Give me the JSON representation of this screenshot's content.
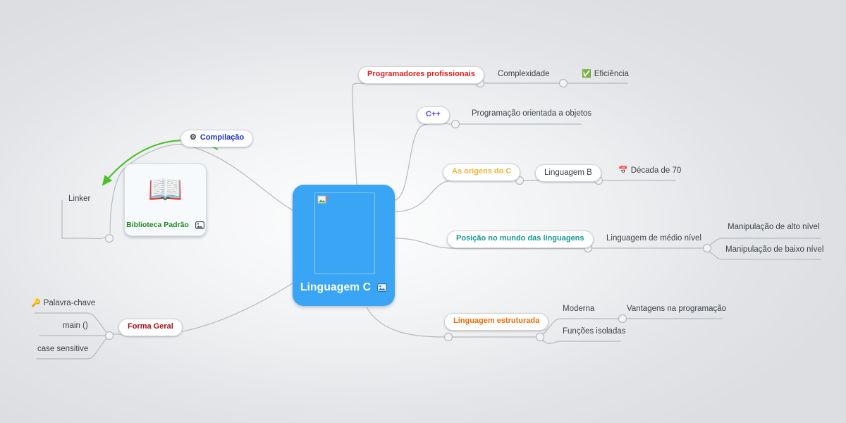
{
  "canvas": {
    "background_edge": "#dee0e4",
    "background_center": "#fdfdfe",
    "wire_color": "#b6b9be",
    "arrow_color": "#4cbf2a"
  },
  "center": {
    "label": "Linguagem C",
    "color": "#39a5f4",
    "text_color": "#ffffff",
    "image_placeholder_icon": "broken-image-icon",
    "badge_icon": "image-icon"
  },
  "branches": [
    {
      "id": "programadores",
      "label": "Programadores profissionais",
      "color": "#e8191b",
      "children": [
        {
          "label": "Complexidade"
        },
        {
          "label": "Eficiência",
          "emoji": "✅"
        }
      ]
    },
    {
      "id": "cpp",
      "label": "C++",
      "color": "#4a3df0",
      "children": [
        {
          "label": "Programação orientada a objetos"
        }
      ]
    },
    {
      "id": "origens",
      "label": "As origens do C",
      "color": "#f2b234",
      "children": [
        {
          "label": "Linguagem B",
          "boxed": true
        },
        {
          "label": "Década de 70",
          "emoji": "📅"
        }
      ]
    },
    {
      "id": "posicao",
      "label": "Posição no mundo das linguagens",
      "color": "#12998f",
      "children": [
        {
          "label": "Linguagem de médio nível"
        },
        {
          "label": "Manipulação de alto nível"
        },
        {
          "label": "Manipulação de baixo nível"
        }
      ]
    },
    {
      "id": "estruturada",
      "label": "Linguagem estruturada",
      "color": "#ef6c08",
      "children": [
        {
          "label": "Moderna"
        },
        {
          "label": "Vantagens na programação"
        },
        {
          "label": "Funções isoladas"
        }
      ]
    },
    {
      "id": "forma-geral",
      "label": "Forma Geral",
      "color": "#a60e17",
      "children": [
        {
          "label": "Palavra-chave",
          "emoji": "🔑"
        },
        {
          "label": "main ()"
        },
        {
          "label": "case sensitive"
        }
      ]
    },
    {
      "id": "compilacao",
      "label": "Compilação",
      "color": "#1b31c9",
      "emoji": "⚙",
      "children": [
        {
          "label": "Linker"
        }
      ]
    }
  ],
  "library_card": {
    "label": "Biblioteca Padrão",
    "color": "#1f8a25",
    "emoji": "📖",
    "badge_icon": "image-icon"
  }
}
